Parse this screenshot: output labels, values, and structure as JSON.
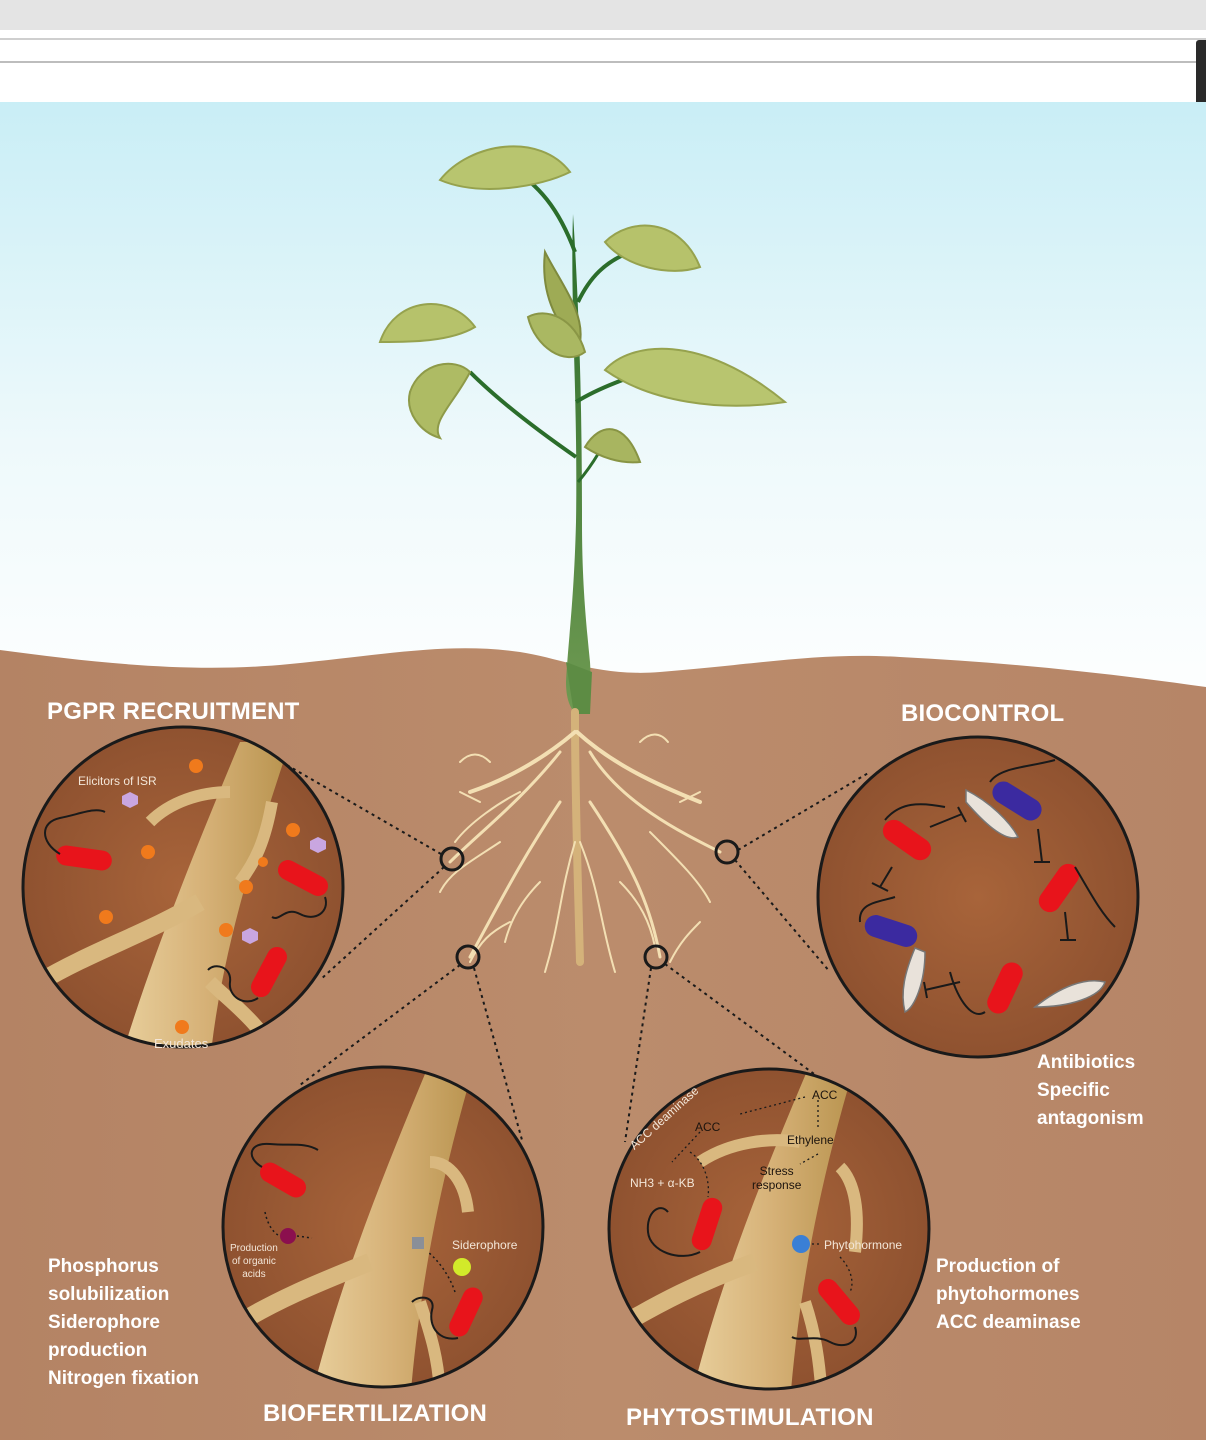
{
  "sections": {
    "recruitment": {
      "title": "PGPR RECRUITMENT",
      "labels": {
        "elicitors": "Elicitors of ISR",
        "exudates": "Exudates"
      }
    },
    "biocontrol": {
      "title": "BIOCONTROL",
      "functions": [
        "Antibiotics",
        "Specific",
        "antagonism"
      ]
    },
    "biofertilization": {
      "title": "BIOFERTILIZATION",
      "functions": [
        "Phosphorus",
        "solubilization",
        "Siderophore",
        "production",
        "Nitrogen fixation"
      ],
      "labels": {
        "organic_acids": [
          "Production",
          "of organic",
          "acids"
        ],
        "siderophore": "Siderophore"
      }
    },
    "phytostimulation": {
      "title": "PHYTOSTIMULATION",
      "functions": [
        "Production of",
        "phytohormones",
        "ACC deaminase"
      ],
      "labels": {
        "acc_top": "ACC",
        "acc_left": "ACC",
        "acc_deaminase": "ACC deaminase",
        "nh3": "NH3 + α-KB",
        "ethylene": "Ethylene",
        "stress": [
          "Stress",
          "response"
        ],
        "phytohormone": "Phytohormone"
      }
    }
  },
  "colors": {
    "sky_top": "#c9eef6",
    "sky_bottom": "#ffffff",
    "soil": "#b98a6b",
    "circle_fill": "#9a5a33",
    "root": "#d8b47a",
    "bacteria_red": "#e8141b",
    "bacteria_blue": "#3b2aa0",
    "leaf": "#b6c26b",
    "stem": "#2f7a2f"
  }
}
